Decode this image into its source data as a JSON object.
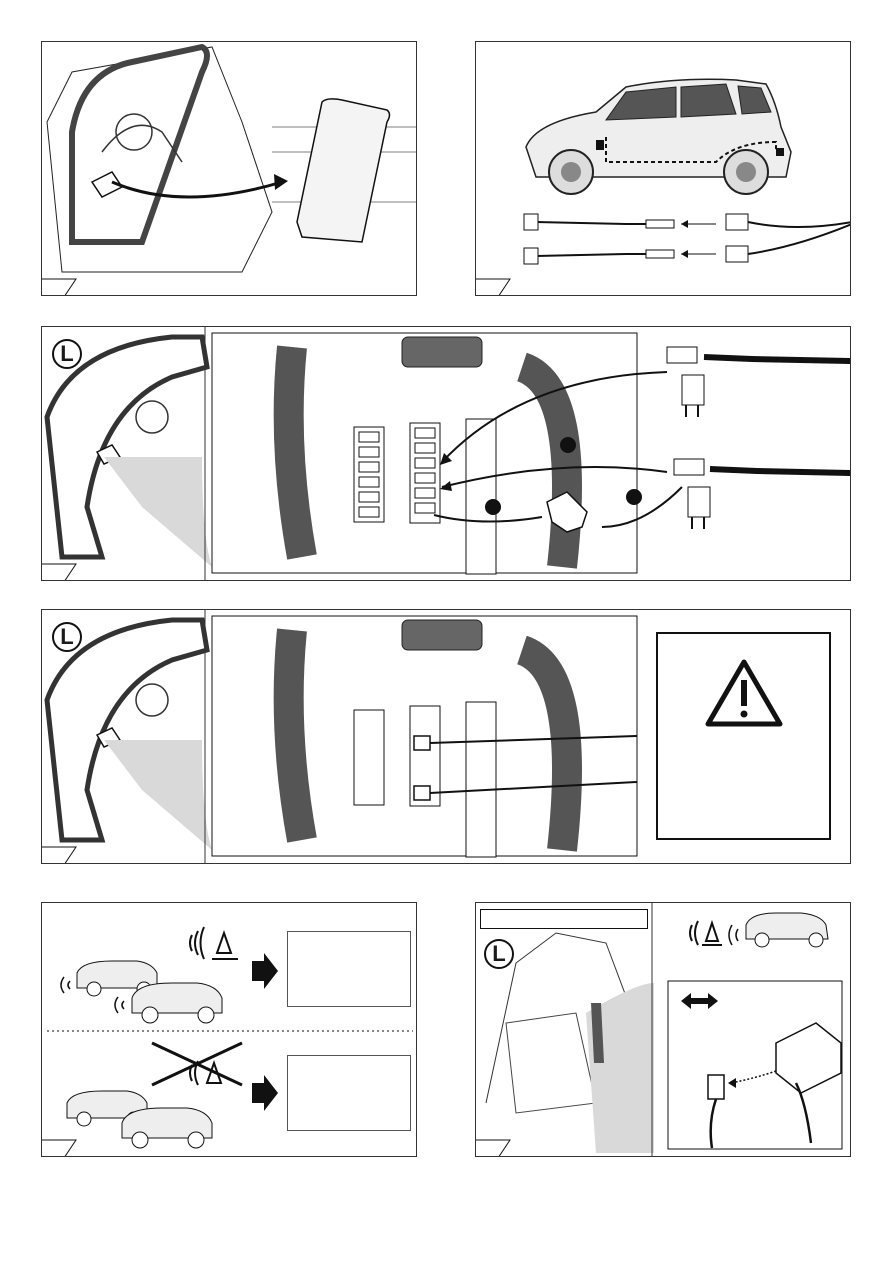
{
  "page": {
    "panels": [
      {
        "id": "step-remove-trim"
      },
      {
        "id": "step-route-cable"
      },
      {
        "id": "step-fuse-tap-connect"
      },
      {
        "id": "step-fuse-tap-installed"
      },
      {
        "id": "step-sensor-behaviour"
      },
      {
        "id": "step-module-connect"
      }
    ]
  },
  "labels": {
    "side_left": "L"
  },
  "icons": {
    "warning": "warning-triangle-icon",
    "sensor": "parking-sensor-icon",
    "arrow": "right-arrow-icon",
    "double_arrow": "double-arrow-icon"
  },
  "colors": {
    "line": "#1a1a1a",
    "shade": "#d9d9d9",
    "hose": "#555555",
    "background": "#ffffff"
  },
  "note_boxes": [
    "",
    "",
    ""
  ],
  "warning_text": "",
  "module_title": ""
}
